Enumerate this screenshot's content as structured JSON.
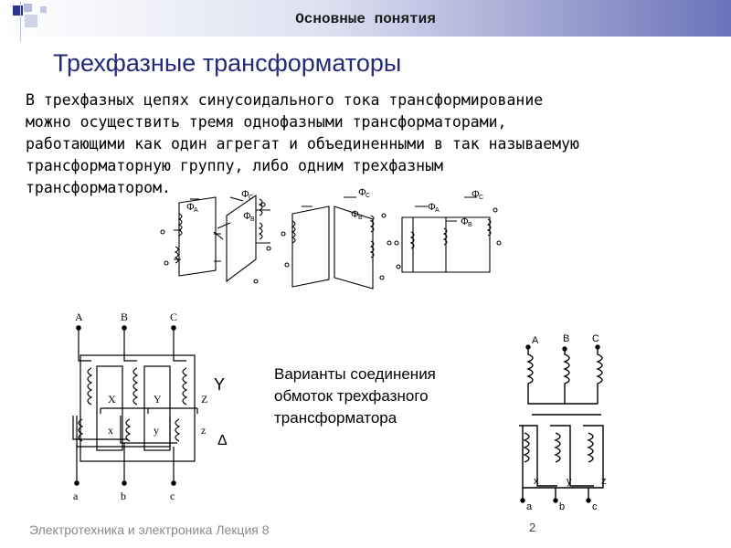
{
  "header": {
    "section": "Основные понятия"
  },
  "slide": {
    "title": "Трехфазные трансформаторы",
    "body": "В трехфазных цепях синусоидального тока трансформирование\nможно осуществить тремя  однофазными  трансформаторами,\nработающими как один агрегат и объединенными в так называемую\nтрансформаторную группу, либо одним  трехфазным\nтрансформатором.",
    "caption": "Варианты соединения\nобмоток трехфазного\nтрансформатора"
  },
  "core_diagram": {
    "flux_labels": [
      "Φ",
      "A",
      "Φ",
      "C",
      "Φ",
      "B",
      "Φ",
      "C",
      "Φ",
      "B",
      "Φ",
      "A",
      "Φ",
      "C",
      "Φ",
      "B"
    ]
  },
  "left_diagram": {
    "terminals_upper": [
      "A",
      "B",
      "C"
    ],
    "terminals_lower": [
      "a",
      "b",
      "c"
    ],
    "winding_upper": [
      "X",
      "Y",
      "Z"
    ],
    "winding_lower": [
      "x",
      "y",
      "z"
    ],
    "symbol_star": "Y",
    "symbol_delta": "Δ"
  },
  "right_diagram": {
    "terminals_upper": [
      "A",
      "B",
      "C"
    ],
    "winding_lower": [
      "x",
      "y",
      "z"
    ],
    "terminals_lower": [
      "a",
      "b",
      "c"
    ]
  },
  "footer": {
    "course": "Электротехника и электроника  Лекция 8",
    "page": "2"
  }
}
